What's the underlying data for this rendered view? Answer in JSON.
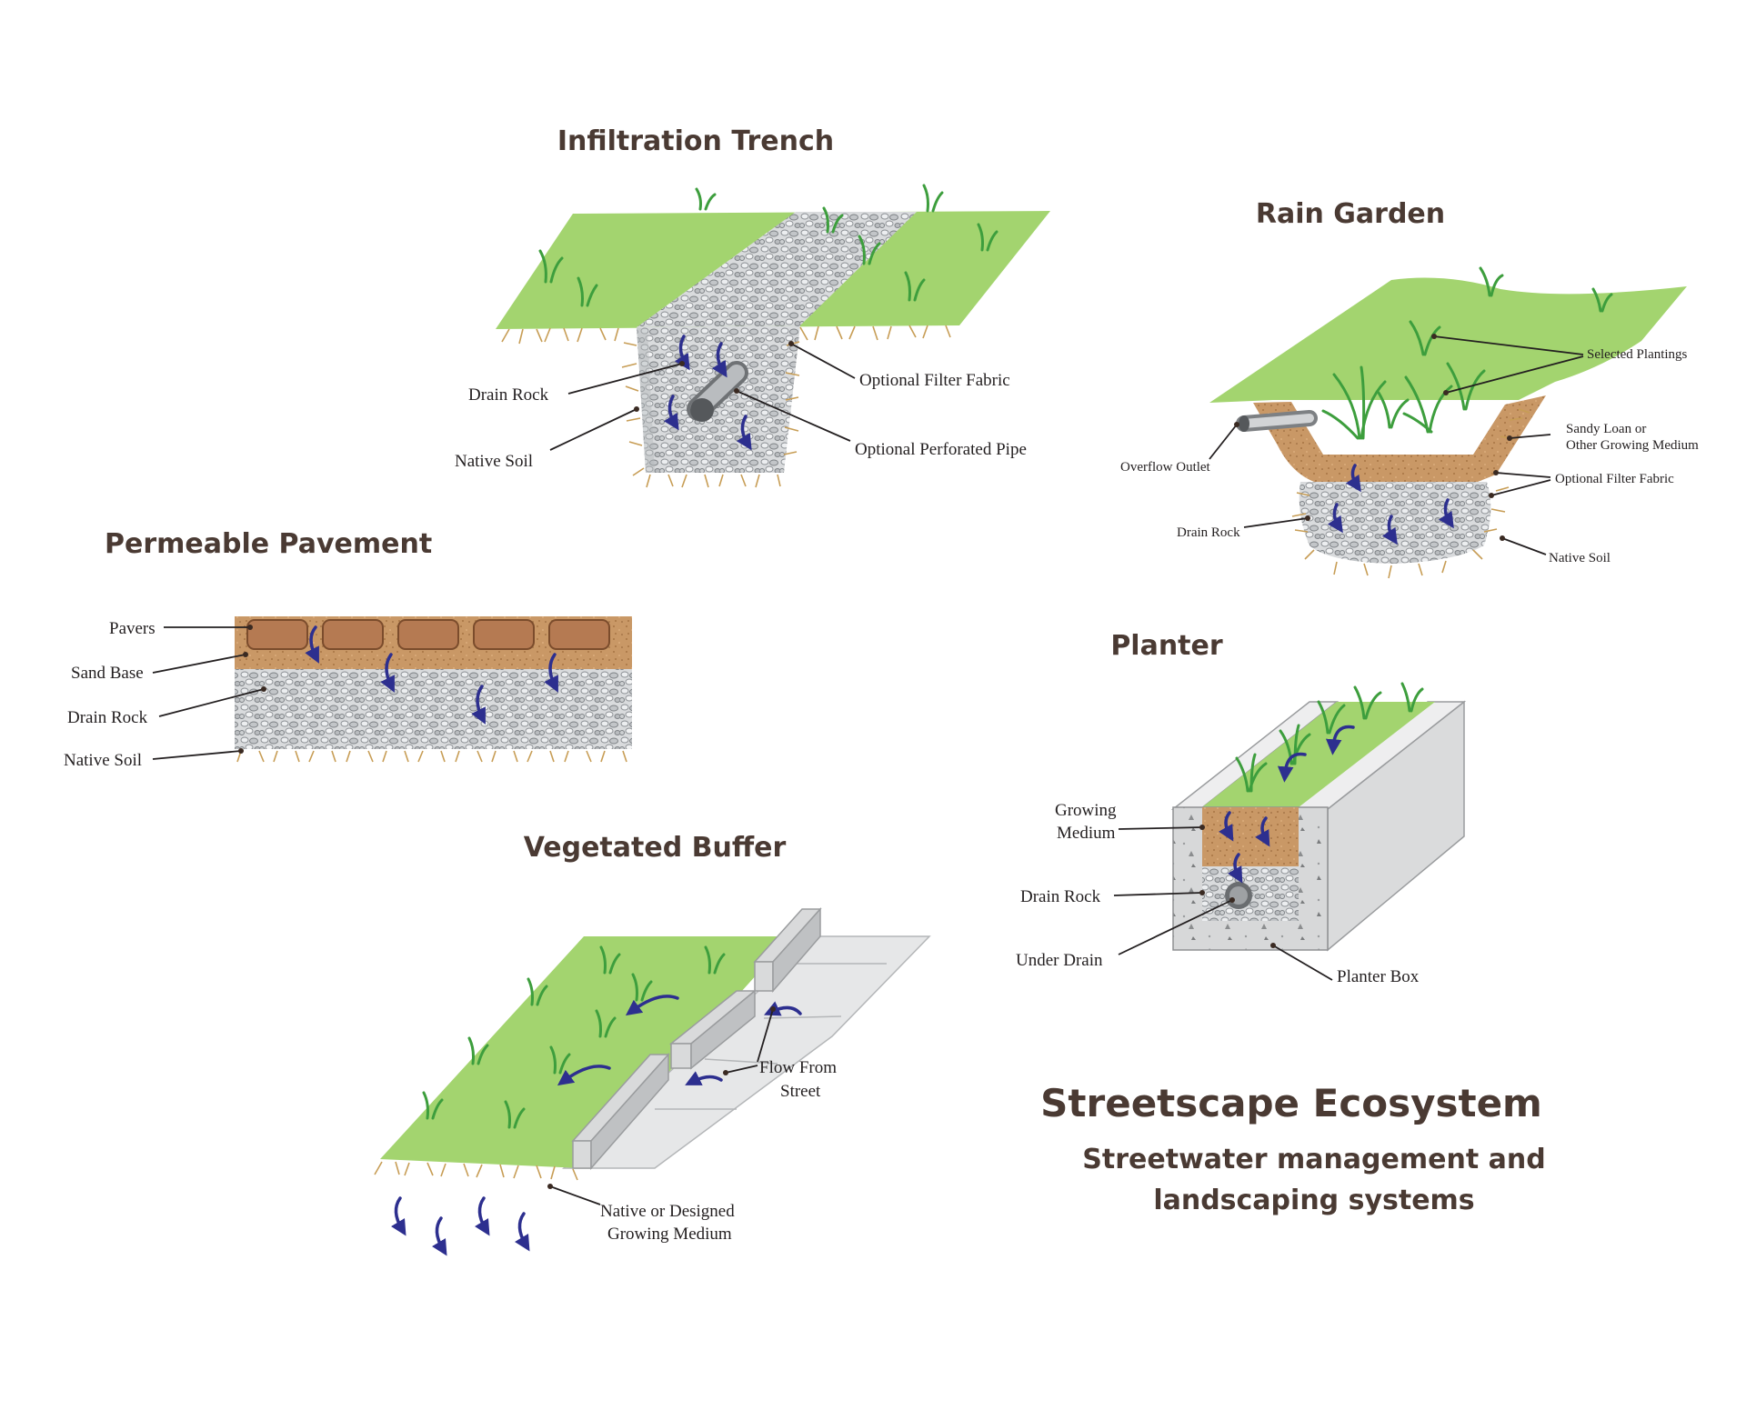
{
  "diagrams": {
    "infiltration_trench": {
      "title": "Infiltration Trench",
      "labels": {
        "drain_rock": "Drain Rock",
        "native_soil": "Native Soil",
        "filter_fabric": "Optional Filter Fabric",
        "perforated_pipe": "Optional Perforated Pipe"
      }
    },
    "rain_garden": {
      "title": "Rain Garden",
      "labels": {
        "selected_plantings": "Selected Plantings",
        "medium_line1": "Sandy Loan or",
        "medium_line2": "Other Growing Medium",
        "overflow_outlet": "Overflow Outlet",
        "filter_fabric": "Optional Filter Fabric",
        "drain_rock": "Drain Rock",
        "native_soil": "Native Soil"
      }
    },
    "permeable_pavement": {
      "title": "Permeable Pavement",
      "labels": {
        "pavers": "Pavers",
        "sand_base": "Sand Base",
        "drain_rock": "Drain Rock",
        "native_soil": "Native Soil"
      }
    },
    "planter": {
      "title": "Planter",
      "labels": {
        "growing_line1": "Growing",
        "growing_line2": "Medium",
        "drain_rock": "Drain Rock",
        "under_drain": "Under Drain",
        "planter_box": "Planter Box"
      }
    },
    "vegetated_buffer": {
      "title": "Vegetated Buffer",
      "labels": {
        "flow_line1": "Flow From",
        "flow_line2": "Street",
        "medium_line1": "Native or Designed",
        "medium_line2": "Growing Medium"
      }
    }
  },
  "heading": {
    "title": "Streetscape Ecosystem",
    "subtitle_line1": "Streetwater management  and",
    "subtitle_line2": "landscaping systems"
  },
  "colors": {
    "title_text": "#4a3a33",
    "grass": "#a3d46f",
    "grass_blades": "#3d9e3d",
    "gravel": "#cfd1d4",
    "soil": "#c69464",
    "paver": "#b57a52",
    "concrete": "#dadbdc",
    "flow_arrows": "#2d2f8f",
    "roots": "#c79d55"
  },
  "icons": {
    "flow": "curved-down-arrow",
    "pipe": "cylinder-pipe"
  }
}
